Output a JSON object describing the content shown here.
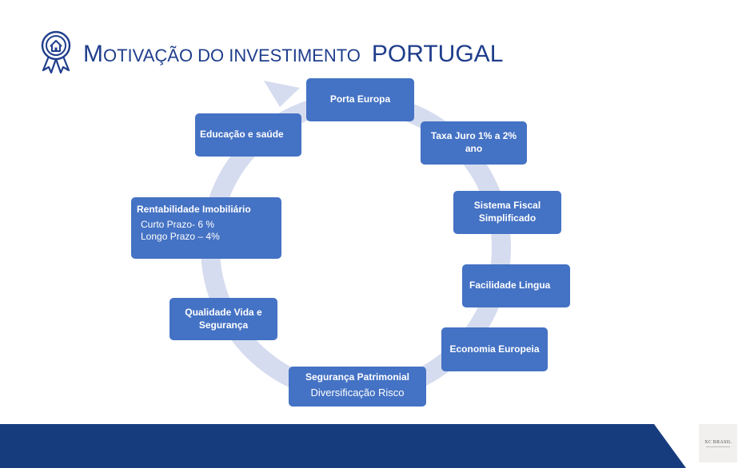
{
  "title": {
    "cap": "M",
    "rest": "OTIVAÇÃO DO INVESTIMENTO",
    "country": "PORTUGAL"
  },
  "icon": "award-ribbon-house-icon",
  "colors": {
    "title": "#1f3e8c",
    "box": "#4472c4",
    "ring": "#d6dcef",
    "footer": "#173c7e"
  },
  "cycle": {
    "porta_europa": "Porta Europa",
    "taxa_juro": "Taxa Juro 1% a 2% ano",
    "sistema_fiscal": "Sistema Fiscal Simplificado",
    "facilidade_lingua": "Facilidade Lingua",
    "economia": "Economia Europeia",
    "seguranca_patrimonial": {
      "title": "Segurança Patrimonial",
      "detail": "Diversificação Risco"
    },
    "qualidade_vida": "Qualidade Vida e Segurança",
    "rentabilidade": {
      "title": "Rentabilidade Imobiliário",
      "items": [
        "Curto Prazo- 6 %",
        "Longo Prazo – 4%"
      ]
    },
    "educacao": "Educação e saúde"
  },
  "logo": {
    "name": "XC BRASIL"
  }
}
